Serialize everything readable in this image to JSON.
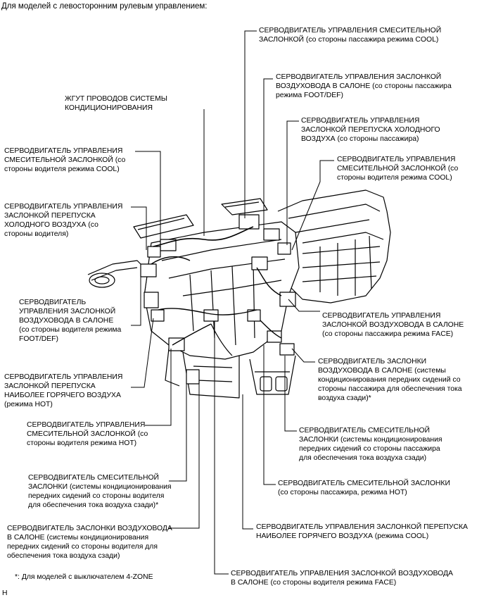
{
  "header": "Для моделей с левосторонним рулевым управлением:",
  "labels": {
    "mix_damper_pass_cool": [
      "СЕРВОДВИГАТЕЛЬ УПРАВЛЕНИЯ СМЕСИТЕЛЬНОЙ",
      "ЗАСЛОНКОЙ (со стороны пассажира режима COOL)"
    ],
    "duct_damper_pass_footdef": [
      "СЕРВОДВИГАТЕЛЬ УПРАВЛЕНИЯ ЗАСЛОНКОЙ",
      "ВОЗДУХОВОДА В САЛОНЕ (со стороны пассажира",
      "режима FOOT/DEF)"
    ],
    "wire_harness": [
      "ЖГУТ ПРОВОДОВ СИСТЕМЫ",
      "КОНДИЦИОНИРОВАНИЯ"
    ],
    "cold_bypass_pass": [
      "СЕРВОДВИГАТЕЛЬ УПРАВЛЕНИЯ",
      "ЗАСЛОНКОЙ ПЕРЕПУСКА ХОЛОДНОГО",
      "ВОЗДУХА (со стороны пассажира)"
    ],
    "mix_damper_driver_cool_left": [
      "СЕРВОДВИГАТЕЛЬ УПРАВЛЕНИЯ",
      "СМЕСИТЕЛЬНОЙ ЗАСЛОНКОЙ (со",
      "стороны водителя режима COOL)"
    ],
    "mix_damper_driver_cool_right": [
      "СЕРВОДВИГАТЕЛЬ УПРАВЛЕНИЯ",
      "СМЕСИТЕЛЬНОЙ ЗАСЛОНКОЙ (со",
      "стороны водителя режима COOL)"
    ],
    "cold_bypass_driver": [
      "СЕРВОДВИГАТЕЛЬ УПРАВЛЕНИЯ",
      "ЗАСЛОНКОЙ ПЕРЕПУСКА",
      "ХОЛОДНОГО ВОЗДУХА (со",
      "стороны водителя)"
    ],
    "duct_damper_driver_footdef": [
      "СЕРВОДВИГАТЕЛЬ",
      "УПРАВЛЕНИЯ ЗАСЛОНКОЙ",
      "ВОЗДУХОВОДА В САЛОНЕ",
      "(со стороны водителя режима",
      "FOOT/DEF)"
    ],
    "duct_damper_pass_face": [
      "СЕРВОДВИГАТЕЛЬ УПРАВЛЕНИЯ",
      "ЗАСЛОНКОЙ ВОЗДУХОВОДА В САЛОНЕ",
      "(со стороны пассажира режима FACE)"
    ],
    "hot_bypass_hot": [
      "СЕРВОДВИГАТЕЛЬ УПРАВЛЕНИЯ",
      "ЗАСЛОНКОЙ ПЕРЕПУСКА",
      "НАИБОЛЕЕ ГОРЯЧЕГО ВОЗДУХА",
      "(режима HOT)"
    ],
    "duct_damper_front_seat_pass": [
      "СЕРВОДВИГАТЕЛЬ ЗАСЛОНКИ",
      "ВОЗДУХОВОДА В САЛОНЕ (системы",
      "кондиционирования передних сидений со",
      "стороны пассажира для обеспечения тока",
      "воздуха сзади)*"
    ],
    "mix_damper_driver_hot": [
      "СЕРВОДВИГАТЕЛЬ УПРАВЛЕНИЯ",
      "СМЕСИТЕЛЬНОЙ ЗАСЛОНКОЙ (со",
      "стороны водителя режима HOT)"
    ],
    "mix_damper_front_seat_pass": [
      "СЕРВОДВИГАТЕЛЬ СМЕСИТЕЛЬНОЙ",
      "ЗАСЛОНКИ (системы кондиционирования",
      "передних сидений со стороны пассажира",
      "для обеспечения тока воздуха сзади)"
    ],
    "mix_damper_front_seat_driver": [
      "СЕРВОДВИГАТЕЛЬ СМЕСИТЕЛЬНОЙ",
      "ЗАСЛОНКИ (системы кондиционирования",
      "передних сидений со стороны водителя",
      "для обеспечения тока воздуха сзади)*"
    ],
    "mix_damper_pass_hot": [
      "СЕРВОДВИГАТЕЛЬ СМЕСИТЕЛЬНОЙ ЗАСЛОНКИ",
      "(со стороны пассажира, режима HOT)"
    ],
    "duct_damper_front_seat_driver": [
      "СЕРВОДВИГАТЕЛЬ ЗАСЛОНКИ ВОЗДУХОВОДА",
      "В САЛОНЕ (системы кондиционирования",
      "передних сидений со стороны водителя для",
      "обеспечения тока воздуха сзади)"
    ],
    "hot_bypass_cool": [
      "СЕРВОДВИГАТЕЛЬ УПРАВЛЕНИЯ ЗАСЛОНКОЙ ПЕРЕПУСКА",
      "НАИБОЛЕЕ ГОРЯЧЕГО ВОЗДУХА (режима COOL)"
    ],
    "duct_damper_driver_face": [
      "СЕРВОДВИГАТЕЛЬ УПРАВЛЕНИЯ ЗАСЛОНКОЙ ВОЗДУХОВОДА",
      "В САЛОНЕ (со стороны водителя режима FACE)"
    ]
  },
  "footnote": "*: Для моделей с выключателем 4-ZONE",
  "corner_mark": "H"
}
